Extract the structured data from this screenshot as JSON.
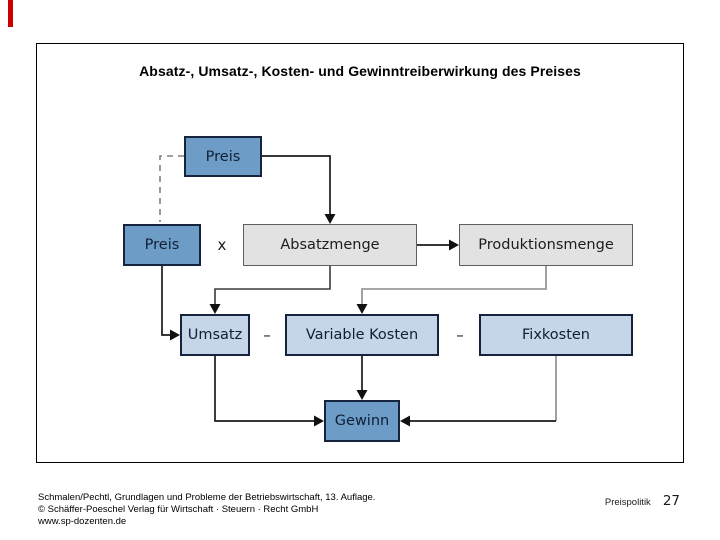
{
  "slide": {
    "title": "Absatz-, Umsatz-, Kosten- und Gewinntreiberwirkung des Preises",
    "diagram": {
      "boxes": {
        "preis_top": "Preis",
        "preis_left": "Preis",
        "absatzmenge": "Absatzmenge",
        "produktionsmenge": "Produktionsmenge",
        "umsatz": "Umsatz",
        "variable_kosten": "Variable Kosten",
        "fixkosten": "Fixkosten",
        "gewinn": "Gewinn"
      },
      "operators": {
        "multiply": "x",
        "minus1": "–",
        "minus2": "–"
      }
    },
    "colors": {
      "box_blue": "#6d9cc6",
      "box_lightblue": "#c5d6e8",
      "box_gray": "#e2e2e2",
      "accent_red": "#cc0000"
    }
  },
  "footer": {
    "line1": "Schmalen/Pechtl, Grundlagen und Probleme der Betriebswirtschaft, 13. Auflage.",
    "line2": "© Schäffer-Poeschel Verlag für Wirtschaft · Steuern · Recht GmbH",
    "line3": "www.sp-dozenten.de",
    "section": "Preispolitik",
    "page_number": "27"
  }
}
